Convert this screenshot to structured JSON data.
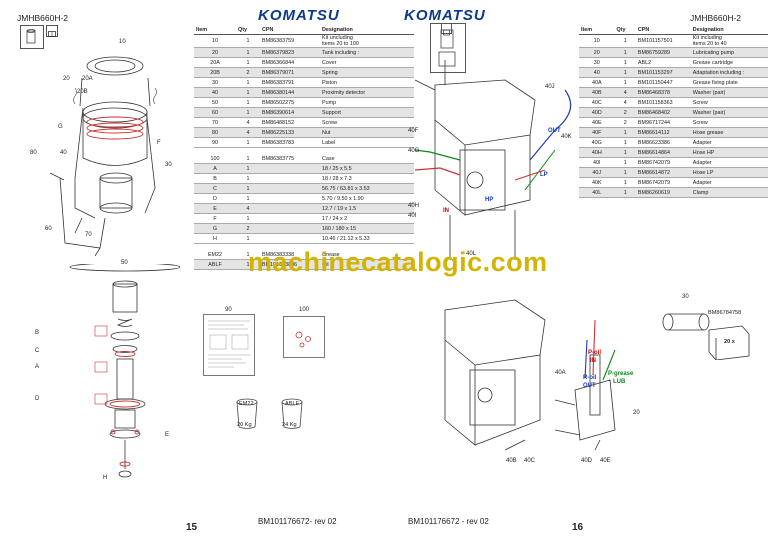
{
  "left_page": {
    "model": "JMHB660H-2",
    "brand": "KOMATSU",
    "footer_ref": "BM101176672- rev 02",
    "page_number": "15",
    "columns": {
      "item": "Item",
      "qty": "Qty",
      "cpn": "CPN",
      "designation": "Designation"
    },
    "rows": [
      {
        "item": "10",
        "qty": "1",
        "cpn": "BM86383759",
        "designation": "Kit uncluding",
        "designation2": "items 20 to 100"
      },
      {
        "item": "20",
        "qty": "1",
        "cpn": "BM86379823",
        "designation": "Tank including :"
      },
      {
        "item": "20A",
        "qty": "1",
        "cpn": "BM86366844",
        "designation": "Cover"
      },
      {
        "item": "20B",
        "qty": "2",
        "cpn": "BM86379071",
        "designation": "Spring"
      },
      {
        "item": "30",
        "qty": "1",
        "cpn": "BM86383791",
        "designation": "Piston"
      },
      {
        "item": "40",
        "qty": "1",
        "cpn": "BM86380144",
        "designation": "Proximity detector"
      },
      {
        "item": "50",
        "qty": "1",
        "cpn": "BM86502275",
        "designation": "Pump"
      },
      {
        "item": "60",
        "qty": "1",
        "cpn": "BM86390614",
        "designation": "Support"
      },
      {
        "item": "70",
        "qty": "4",
        "cpn": "BM86488152",
        "designation": "Screw"
      },
      {
        "item": "80",
        "qty": "4",
        "cpn": "BM86225133",
        "designation": "Nut"
      },
      {
        "item": "90",
        "qty": "1",
        "cpn": "BM86383783",
        "designation": "Label"
      },
      {
        "item": "100",
        "qty": "1",
        "cpn": "BM86383775",
        "designation": "Case"
      },
      {
        "item": "A",
        "qty": "1",
        "cpn": "",
        "designation": "18 / 25 x 5.5"
      },
      {
        "item": "B",
        "qty": "1",
        "cpn": "",
        "designation": "18 / 28 x 7.3"
      },
      {
        "item": "C",
        "qty": "1",
        "cpn": "",
        "designation": "56.75 / 63.81 x 3.53"
      },
      {
        "item": "D",
        "qty": "1",
        "cpn": "",
        "designation": "5.70 / 9.50 x 1.90"
      },
      {
        "item": "E",
        "qty": "4",
        "cpn": "",
        "designation": "12.7 / 19 x 1.5"
      },
      {
        "item": "F",
        "qty": "1",
        "cpn": "",
        "designation": "17 / 24 x 2"
      },
      {
        "item": "G",
        "qty": "2",
        "cpn": "",
        "designation": "160 / 180 x 15"
      },
      {
        "item": "H",
        "qty": "1",
        "cpn": "",
        "designation": "10.46 / 21.12 x 5.33"
      },
      {
        "item": "EM22",
        "qty": "1",
        "cpn": "BM86383338",
        "designation": "Grease"
      },
      {
        "item": "ABLF",
        "qty": "1",
        "cpn": "BM101093806",
        "designation": "Oil"
      }
    ],
    "callouts": {
      "c10": "10",
      "c20": "20",
      "c20a": "20A",
      "c20b": "20B",
      "c30": "30",
      "c40": "40",
      "c60": "60",
      "c70": "70",
      "c80": "80",
      "cG": "G",
      "cF": "F",
      "c50": "50",
      "cB": "B",
      "cC": "C",
      "cA": "A",
      "cD": "D",
      "cE": "E",
      "cH": "H",
      "c90": "90",
      "c100": "100"
    },
    "pails": [
      {
        "code": "EM22",
        "weight": "20 Kg"
      },
      {
        "code": "ABLF",
        "weight": "24 Kg"
      }
    ]
  },
  "right_page": {
    "model": "JMHB660H-2",
    "brand": "KOMATSU",
    "footer_ref": "BM101176672 - rev 02",
    "page_number": "16",
    "columns": {
      "item": "Item",
      "qty": "Qty",
      "cpn": "CPN",
      "designation": "Designation"
    },
    "rows": [
      {
        "item": "10",
        "qty": "1",
        "cpn": "BM101157501",
        "designation": "Kit including",
        "designation2": "items 20 to 40"
      },
      {
        "item": "20",
        "qty": "1",
        "cpn": "BM86759289",
        "designation": "Lubricating pump"
      },
      {
        "item": "30",
        "qty": "1",
        "cpn": "ABL2",
        "designation": "Grease cartridge"
      },
      {
        "item": "40",
        "qty": "1",
        "cpn": "BM101153297",
        "designation": "Adaptation including :"
      },
      {
        "item": "40A",
        "qty": "1",
        "cpn": "BM101150447",
        "designation": "Grease fixing plate"
      },
      {
        "item": "40B",
        "qty": "4",
        "cpn": "BM86468378",
        "designation": "Washer (pair)"
      },
      {
        "item": "40C",
        "qty": "4",
        "cpn": "BM101158363",
        "designation": "Screw"
      },
      {
        "item": "40D",
        "qty": "2",
        "cpn": "BM86468402",
        "designation": "Washer (pair)"
      },
      {
        "item": "40E",
        "qty": "2",
        "cpn": "BM96717244",
        "designation": "Screw"
      },
      {
        "item": "40F",
        "qty": "1",
        "cpn": "BM86614112",
        "designation": "Hose grease"
      },
      {
        "item": "40G",
        "qty": "1",
        "cpn": "BM86623386",
        "designation": "Adapter"
      },
      {
        "item": "40H",
        "qty": "1",
        "cpn": "BM86614864",
        "designation": "Hose HP"
      },
      {
        "item": "40I",
        "qty": "1",
        "cpn": "BM86742079",
        "designation": "Adapter"
      },
      {
        "item": "40J",
        "qty": "1",
        "cpn": "BM86614872",
        "designation": "Hose LP"
      },
      {
        "item": "40K",
        "qty": "1",
        "cpn": "BM86742079",
        "designation": "Adapter"
      },
      {
        "item": "40L",
        "qty": "1",
        "cpn": "BM86260619",
        "designation": "Clamp"
      }
    ],
    "callouts": {
      "c40j": "40J",
      "c40k": "40K",
      "c40f": "40F",
      "c40g": "40G",
      "c40h": "40H",
      "c40i": "40I",
      "c40l": "40L",
      "c40a": "40A",
      "c40b": "40B",
      "c40c": "40C",
      "c40d": "40D",
      "c40e": "40E",
      "c20": "20",
      "c30": "30",
      "hp": "HP",
      "lp": "LP",
      "out": "OUT",
      "in": "IN",
      "poil": "P-oil",
      "poil_in": "IN",
      "roil": "R-oil",
      "roil_out": "OUT",
      "pgrease": "P-grease",
      "pgrease_lub": "LUB",
      "cartridge_code": "BM86784758",
      "cartridge_qty": "20 x"
    }
  },
  "watermark": "machinecatalogic.com"
}
